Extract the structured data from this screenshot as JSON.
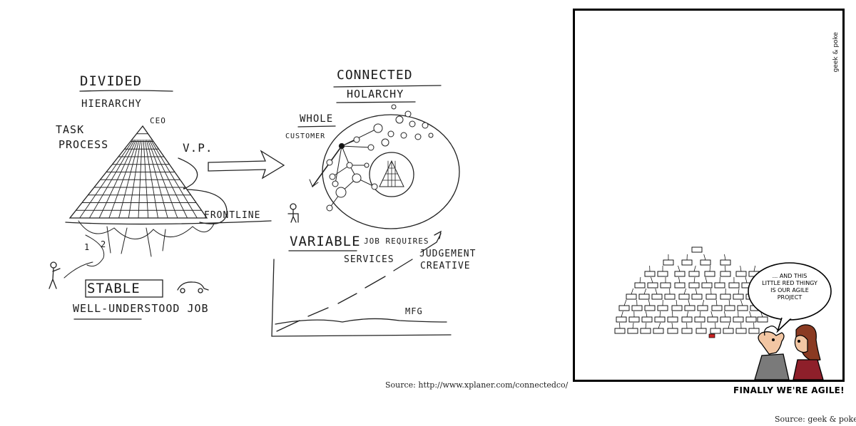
{
  "sketch": {
    "left": {
      "title": "DIVIDED",
      "subtitle": "HIERARCHY",
      "task": "TASK",
      "process": "PROCESS",
      "ceo": "CEO",
      "vp": "V.P.",
      "frontline": "FRONTLINE",
      "n1": "1",
      "n2": "2",
      "stable": "STABLE",
      "job": "WELL-UNDERSTOOD JOB"
    },
    "right": {
      "title": "CONNECTED",
      "subtitle": "HOLARCHY",
      "whole": "WHOLE",
      "customer": "CUSTOMER",
      "variable": "VARIABLE",
      "job_requires": "JOB REQUIRES",
      "judgement": "JUDGEMENT",
      "creative": "CREATIVE",
      "services": "SERVICES",
      "mfg": "MFG"
    },
    "source": "Source: http://www.xplaner.com/connectedco/"
  },
  "comic": {
    "credit": "geek & poke",
    "bubble": "... AND THIS\nLITTLE RED THINGY\nIS OUR AGILE\nPROJECT",
    "caption": "FINALLY WE'RE AGILE!",
    "accent": "#cc2222",
    "source": "Source: geek & poke"
  },
  "icons": {
    "arrow": "right-arrow-icon",
    "person": "stick-figure-icon",
    "car": "car-icon"
  }
}
